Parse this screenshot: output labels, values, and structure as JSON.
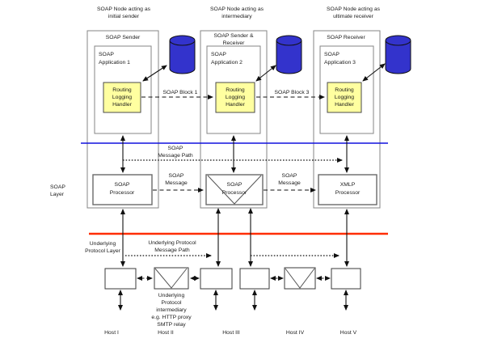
{
  "nodes": [
    {
      "role": [
        "SOAP Node acting as",
        "initial sender"
      ],
      "title": [
        "SOAP Sender",
        ""
      ],
      "app": [
        "SOAP",
        "Application 1"
      ],
      "handler": [
        "Routing",
        "Logging",
        "Handler"
      ],
      "processor": [
        "SOAP",
        "Processor"
      ]
    },
    {
      "role": [
        "SOAP Node acting as",
        "intermediary"
      ],
      "title": [
        "SOAP Sender &",
        "Receiver"
      ],
      "app": [
        "SOAP",
        "Application 2"
      ],
      "handler": [
        "Routing",
        "Logging",
        "Handler"
      ],
      "processor": [
        "SOAP",
        "Processor"
      ]
    },
    {
      "role": [
        "SOAP Node acting as",
        "ultimate receiver"
      ],
      "title": [
        "SOAP Receiver",
        ""
      ],
      "app": [
        "SOAP",
        "Application 3"
      ],
      "handler": [
        "Routing",
        "Logging",
        "Handler"
      ],
      "processor": [
        "XMLP",
        "Processor"
      ]
    }
  ],
  "labels": {
    "soap_block_1": "SOAP Block 1",
    "soap_block_3": "SOAP Block 3",
    "soap_message_path": [
      "SOAP",
      "Message Path"
    ],
    "soap_message_1": [
      "SOAP",
      "Message"
    ],
    "soap_message_2": [
      "SOAP",
      "Message"
    ],
    "soap_layer": [
      "SOAP",
      "Layer"
    ],
    "underlying_protocol_layer": [
      "Underlying",
      "Protocol Layer"
    ],
    "underlying_message_path": [
      "Underlying Protocol",
      "Message Path"
    ],
    "underlying_intermediary": [
      "Underlying",
      "Protocol",
      "intermediary",
      "e.g. HTTP proxy",
      "SMTP relay"
    ]
  },
  "hosts": [
    "Host I",
    "Host II",
    "Host III",
    "Host IV",
    "Host V"
  ],
  "colors": {
    "database_blue": "#3333cc",
    "handler_yellow": "#ffffa0",
    "soap_layer_line": "#1111dd",
    "underlying_layer_line": "#ff2e00"
  }
}
